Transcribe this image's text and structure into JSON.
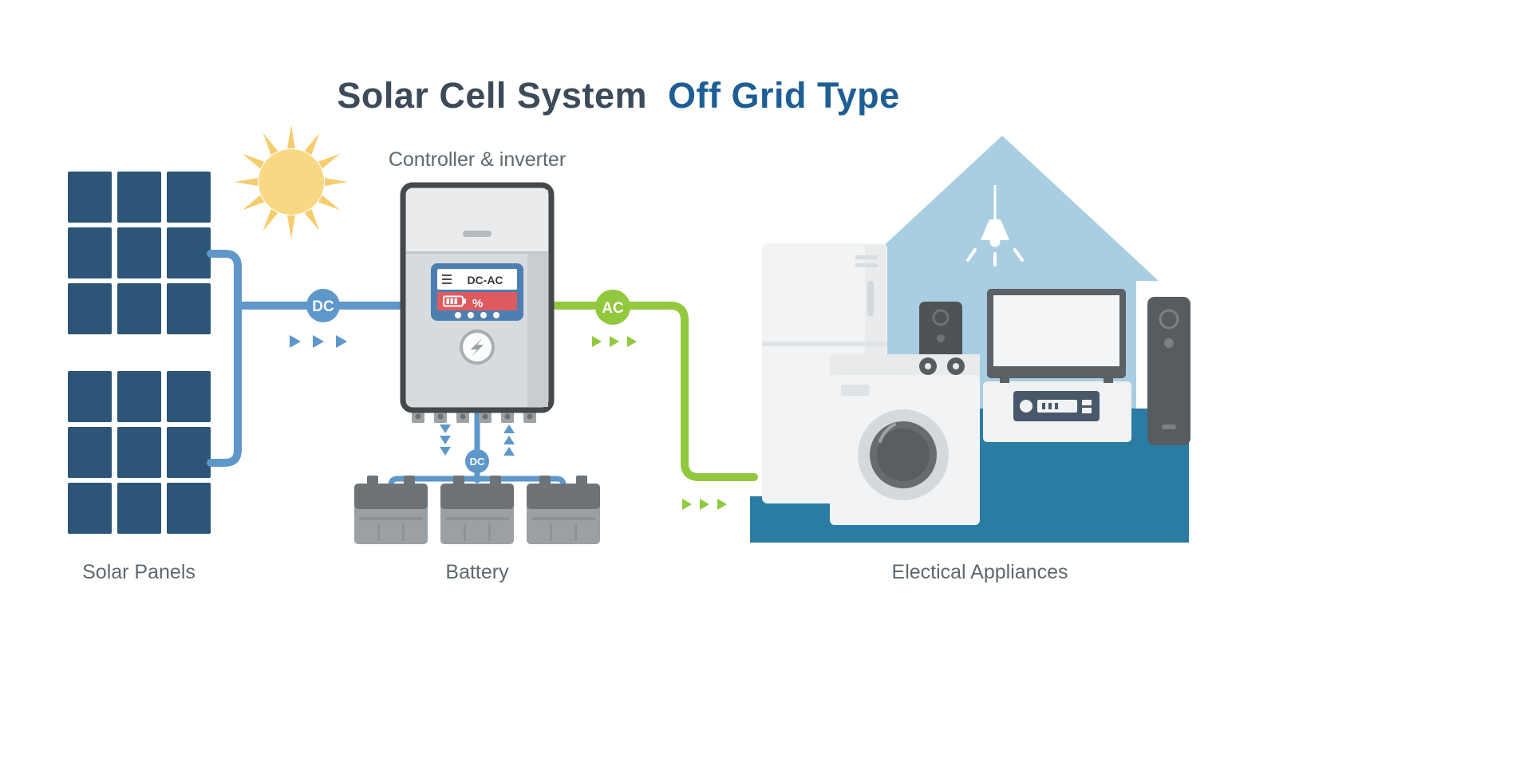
{
  "title": {
    "part1": "Solar Cell System",
    "part2": "Off Grid Type"
  },
  "sections": {
    "controller_label": "Controller & inverter",
    "solar_panels_label": "Solar Panels",
    "battery_label": "Battery",
    "appliances_label": "Electical Appliances"
  },
  "wires": {
    "dc_from_panels": "DC",
    "ac_to_house": "AC",
    "dc_to_battery": "DC"
  },
  "controller": {
    "display_mode": "DC-AC",
    "display_percent": "%"
  },
  "colors": {
    "title_dark": "#3c4a59",
    "title_blue": "#1e5e94",
    "solar_cell": "#2d5577",
    "dc_wire_blue": "#5e97c9",
    "ac_wire_green": "#92c83e",
    "sun_yellow": "#f8d883",
    "house_blue": "#a9cee2",
    "platform_teal": "#2b7ca3",
    "label_gray": "#5e686f",
    "display_red": "#df5a5e",
    "display_blue": "#4c7fb0"
  }
}
